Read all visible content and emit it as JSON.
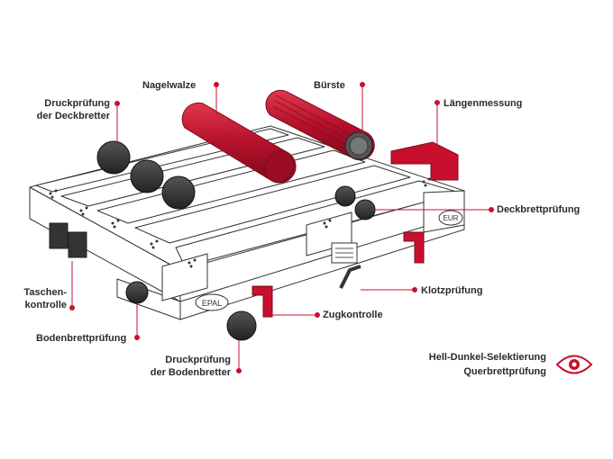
{
  "labels": {
    "nagelwalze": "Nagelwalze",
    "buerste": "Bürste",
    "druck_deck_1": "Druckprüfung",
    "druck_deck_2": "der Deckbretter",
    "laengenmessung": "Längenmessung",
    "deckbrettpruefung": "Deckbrettprüfung",
    "taschen_1": "Taschen-",
    "taschen_2": "kontrolle",
    "klotzpruefung": "Klotzprüfung",
    "zugkontrolle": "Zugkontrolle",
    "bodenbrettpruefung": "Bodenbrettprüfung",
    "druck_boden_1": "Druckprüfung",
    "druck_boden_2": "der Bodenbretter",
    "hell_dunkel": "Hell-Dunkel-Selektierung",
    "querbrett": "Querbrettprüfung"
  },
  "pallet_marks": {
    "epal": "EPAL",
    "eur": "EUR"
  },
  "colors": {
    "accent": "#c8102e",
    "roller_dark": "#3a3a3a",
    "outline": "#333333",
    "text": "#2b2b2b"
  },
  "icons": {
    "eye": "eye-icon"
  }
}
